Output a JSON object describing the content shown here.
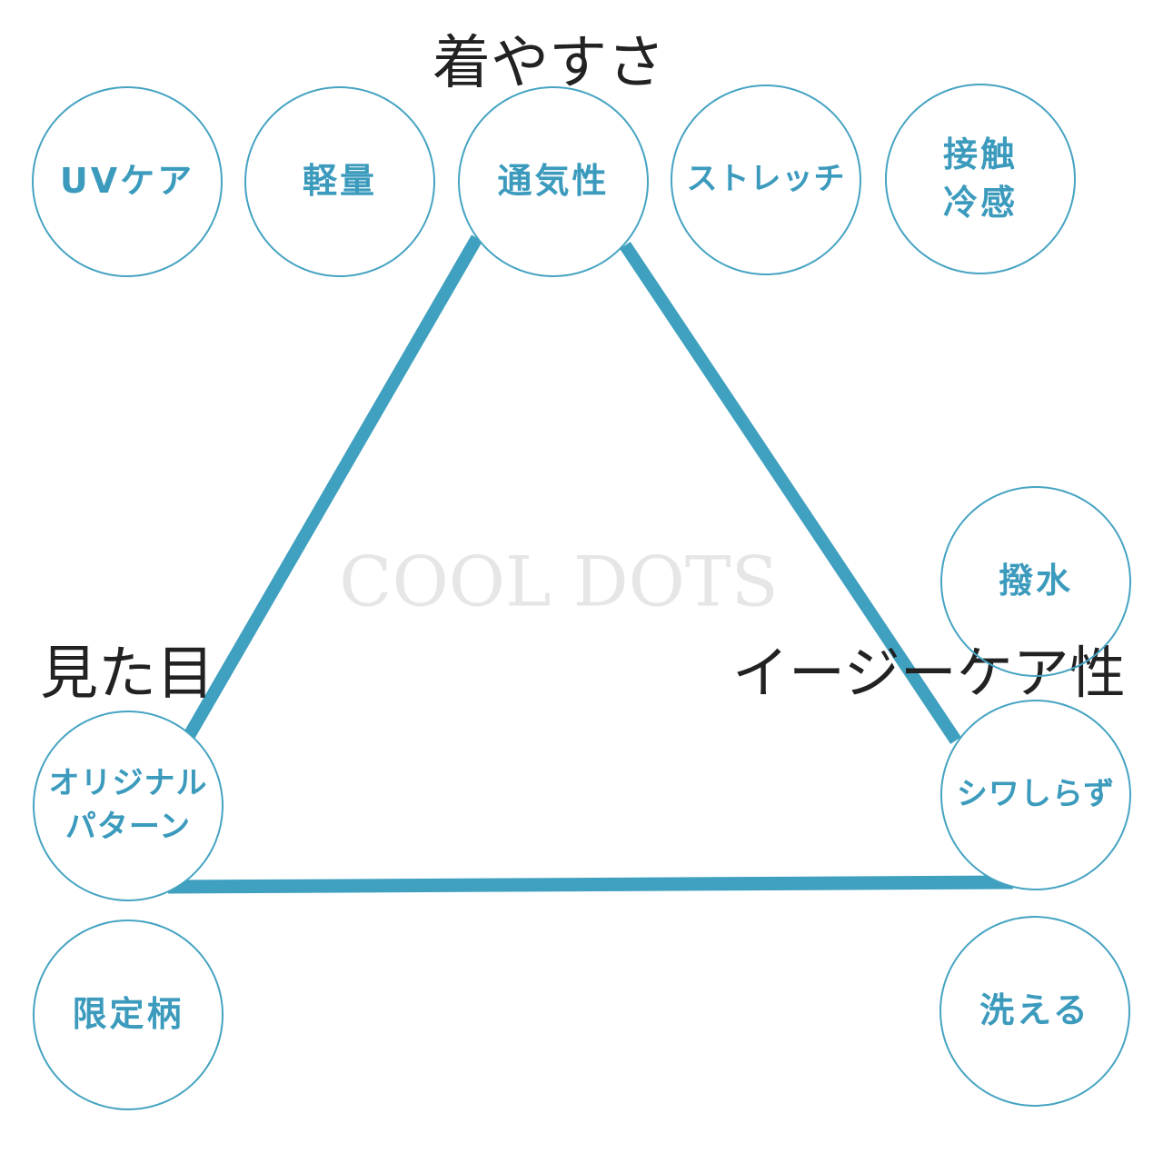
{
  "watermark": "COOL DOTS",
  "axes": {
    "top": "着やすさ",
    "left": "見た目",
    "right": "イージーケア性"
  },
  "features": {
    "uv": "UVケア",
    "light": "軽量",
    "breath": "通気性",
    "stretch": "ストレッチ",
    "cool": "接触\n冷感",
    "water": "撥水",
    "wrinkle": "シワしらず",
    "wash": "洗える",
    "pattern": "オリジナル\nパターン",
    "limited": "限定柄"
  },
  "colors": {
    "accent": "#45a3c2",
    "text": "#222222"
  }
}
